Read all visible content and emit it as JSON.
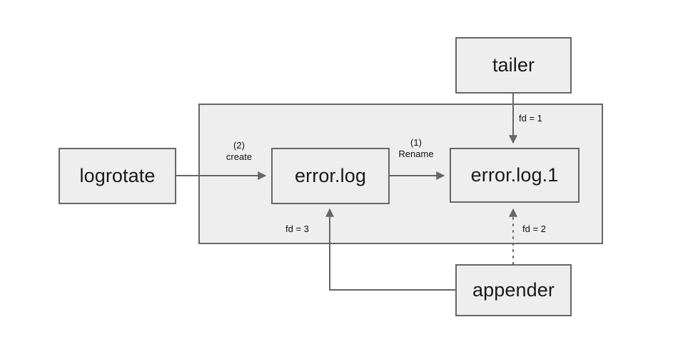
{
  "diagram": {
    "title": "log rotation file descriptor diagram",
    "background_color": "#ffffff",
    "node_fill": "#eeeeee",
    "node_stroke": "#666666",
    "panel_fill": "#eeeeee",
    "panel_stroke": "#666666",
    "line_color": "#666666",
    "text_color": "#1a1a1a",
    "panel": {
      "name": "filesystem-group",
      "label": ""
    },
    "nodes": [
      {
        "id": "logrotate",
        "label": "logrotate"
      },
      {
        "id": "error_log",
        "label": "error.log"
      },
      {
        "id": "error_log_1",
        "label": "error.log.1"
      },
      {
        "id": "tailer",
        "label": "tailer"
      },
      {
        "id": "appender",
        "label": "appender"
      }
    ],
    "edges": [
      {
        "id": "create",
        "from": "logrotate",
        "to": "error_log",
        "label_top": "(2)",
        "label_bottom": "create",
        "style": "solid"
      },
      {
        "id": "rename",
        "from": "error_log",
        "to": "error_log_1",
        "label_top": "(1)",
        "label_bottom": "Rename",
        "style": "solid"
      },
      {
        "id": "fd1",
        "from": "tailer",
        "to": "error_log_1",
        "label": "fd = 1",
        "style": "solid"
      },
      {
        "id": "fd2",
        "from": "appender",
        "to": "error_log_1",
        "label": "fd = 2",
        "style": "dotted"
      },
      {
        "id": "fd3",
        "from": "appender",
        "to": "error_log",
        "label": "fd = 3",
        "style": "solid"
      }
    ]
  }
}
